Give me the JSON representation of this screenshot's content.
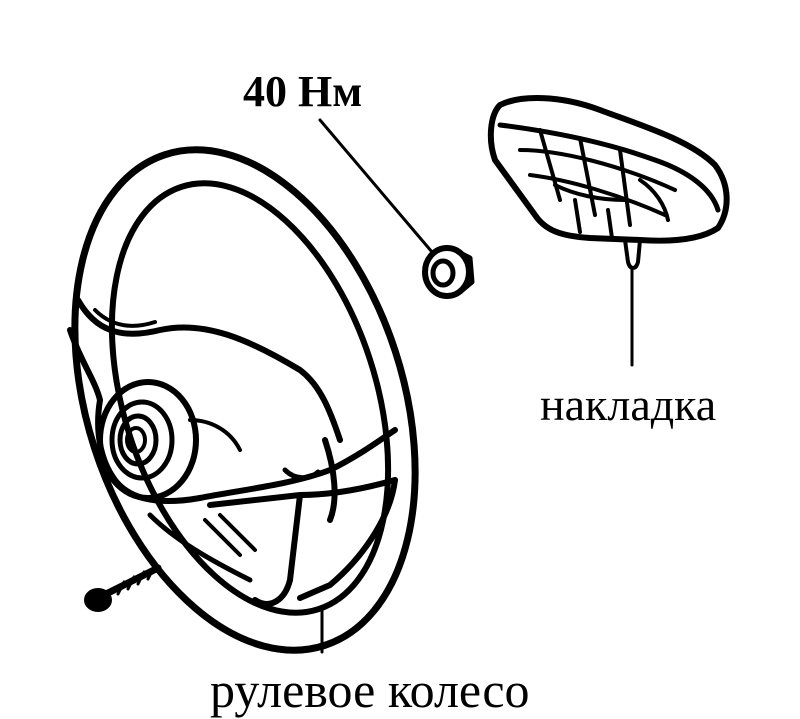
{
  "labels": {
    "torque": "40 Нм",
    "cover": "накладка",
    "wheel": "рулевое колесо"
  },
  "colors": {
    "ink": "#000000",
    "background": "#ffffff"
  }
}
